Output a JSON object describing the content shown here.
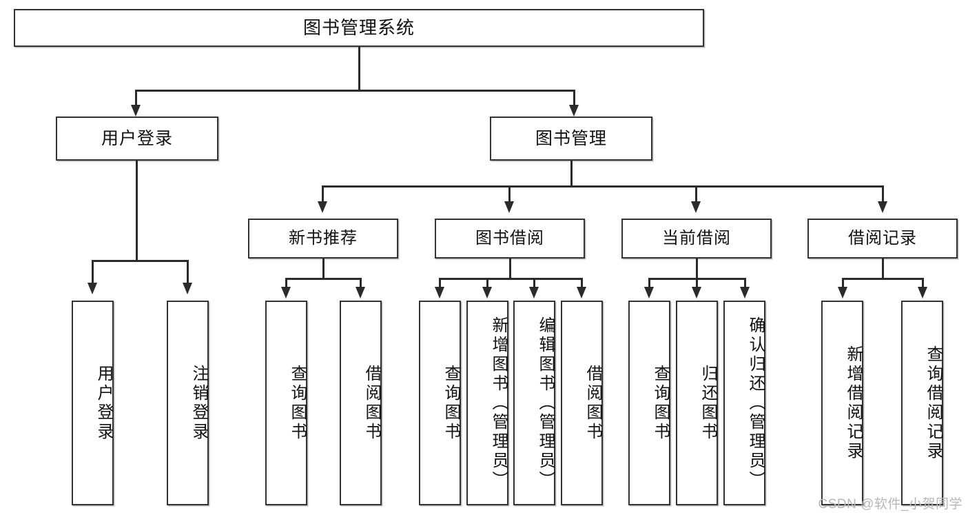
{
  "diagram": {
    "title": "图书管理系统",
    "type": "tree",
    "orientation": "top-down",
    "colors": {
      "box_border": "#333333",
      "box_fill": "#ffffff",
      "connector": "#2b2b2b",
      "text": "#111111",
      "watermark": "#b7b7b7"
    },
    "root": {
      "label": "图书管理系统"
    },
    "level1": [
      {
        "label": "用户登录"
      },
      {
        "label": "图书管理"
      }
    ],
    "level2": [
      {
        "label": "新书推荐"
      },
      {
        "label": "图书借阅"
      },
      {
        "label": "当前借阅"
      },
      {
        "label": "借阅记录"
      }
    ],
    "leaves": {
      "user_login": [
        {
          "label": "用户登录"
        },
        {
          "label": "注销登录"
        }
      ],
      "new_book_recommend": [
        {
          "label": "查询图书"
        },
        {
          "label": "借阅图书"
        }
      ],
      "book_borrow": [
        {
          "label": "查询图书"
        },
        {
          "label": "新增图书（管理员）"
        },
        {
          "label": "编辑图书（管理员）"
        },
        {
          "label": "借阅图书"
        }
      ],
      "current_borrow": [
        {
          "label": "查询图书"
        },
        {
          "label": "归还图书"
        },
        {
          "label": "确认归还（管理员）"
        }
      ],
      "borrow_record": [
        {
          "label": "新增借阅记录"
        },
        {
          "label": "查询借阅记录"
        }
      ]
    }
  },
  "watermark": {
    "text": "CSDN @软件_小贺同学"
  }
}
